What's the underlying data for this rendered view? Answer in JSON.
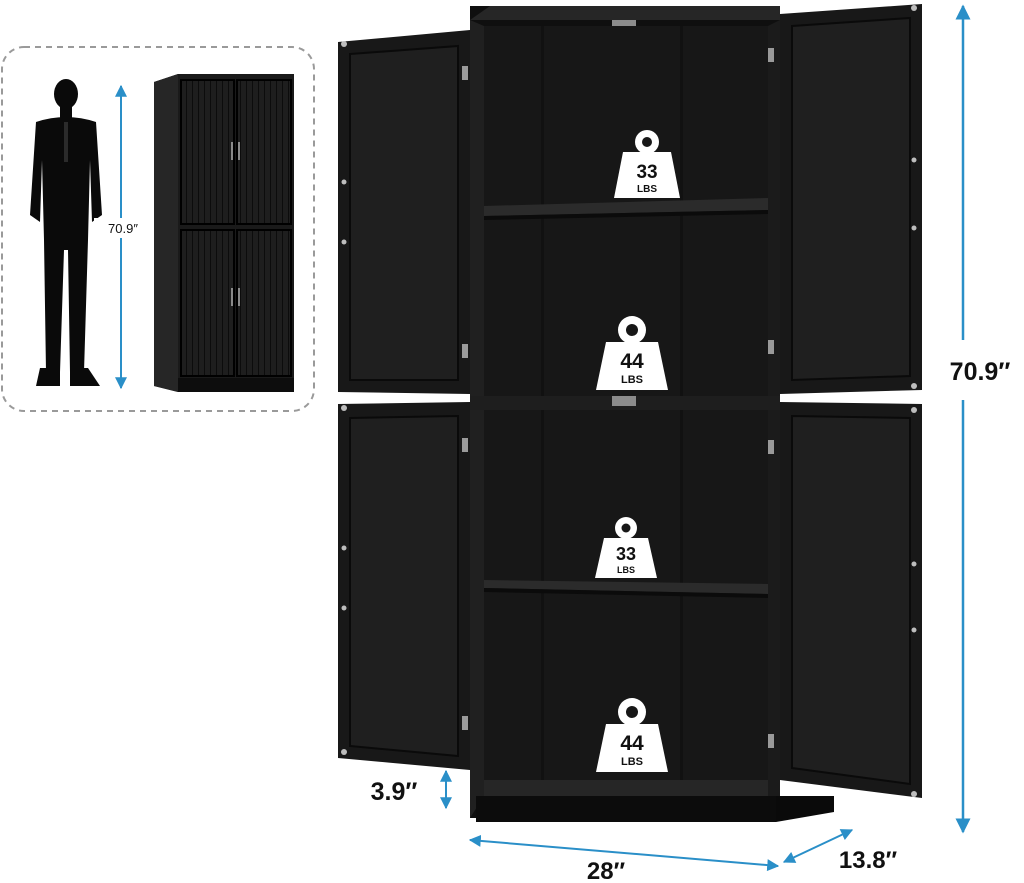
{
  "inset": {
    "height_label": "70.9″"
  },
  "dimensions": {
    "height": "70.9″",
    "base_height": "3.9″",
    "width": "28″",
    "depth": "13.8″"
  },
  "shelf_weights": [
    {
      "value": "33",
      "unit": "LBS"
    },
    {
      "value": "44",
      "unit": "LBS"
    },
    {
      "value": "33",
      "unit": "LBS"
    },
    {
      "value": "44",
      "unit": "LBS"
    }
  ],
  "colors": {
    "cabinet": "#1c1c1c",
    "cabinet_dark": "#0d0d0d",
    "accent_line": "#2a8fc8",
    "inset_border": "#9a9a9a"
  }
}
